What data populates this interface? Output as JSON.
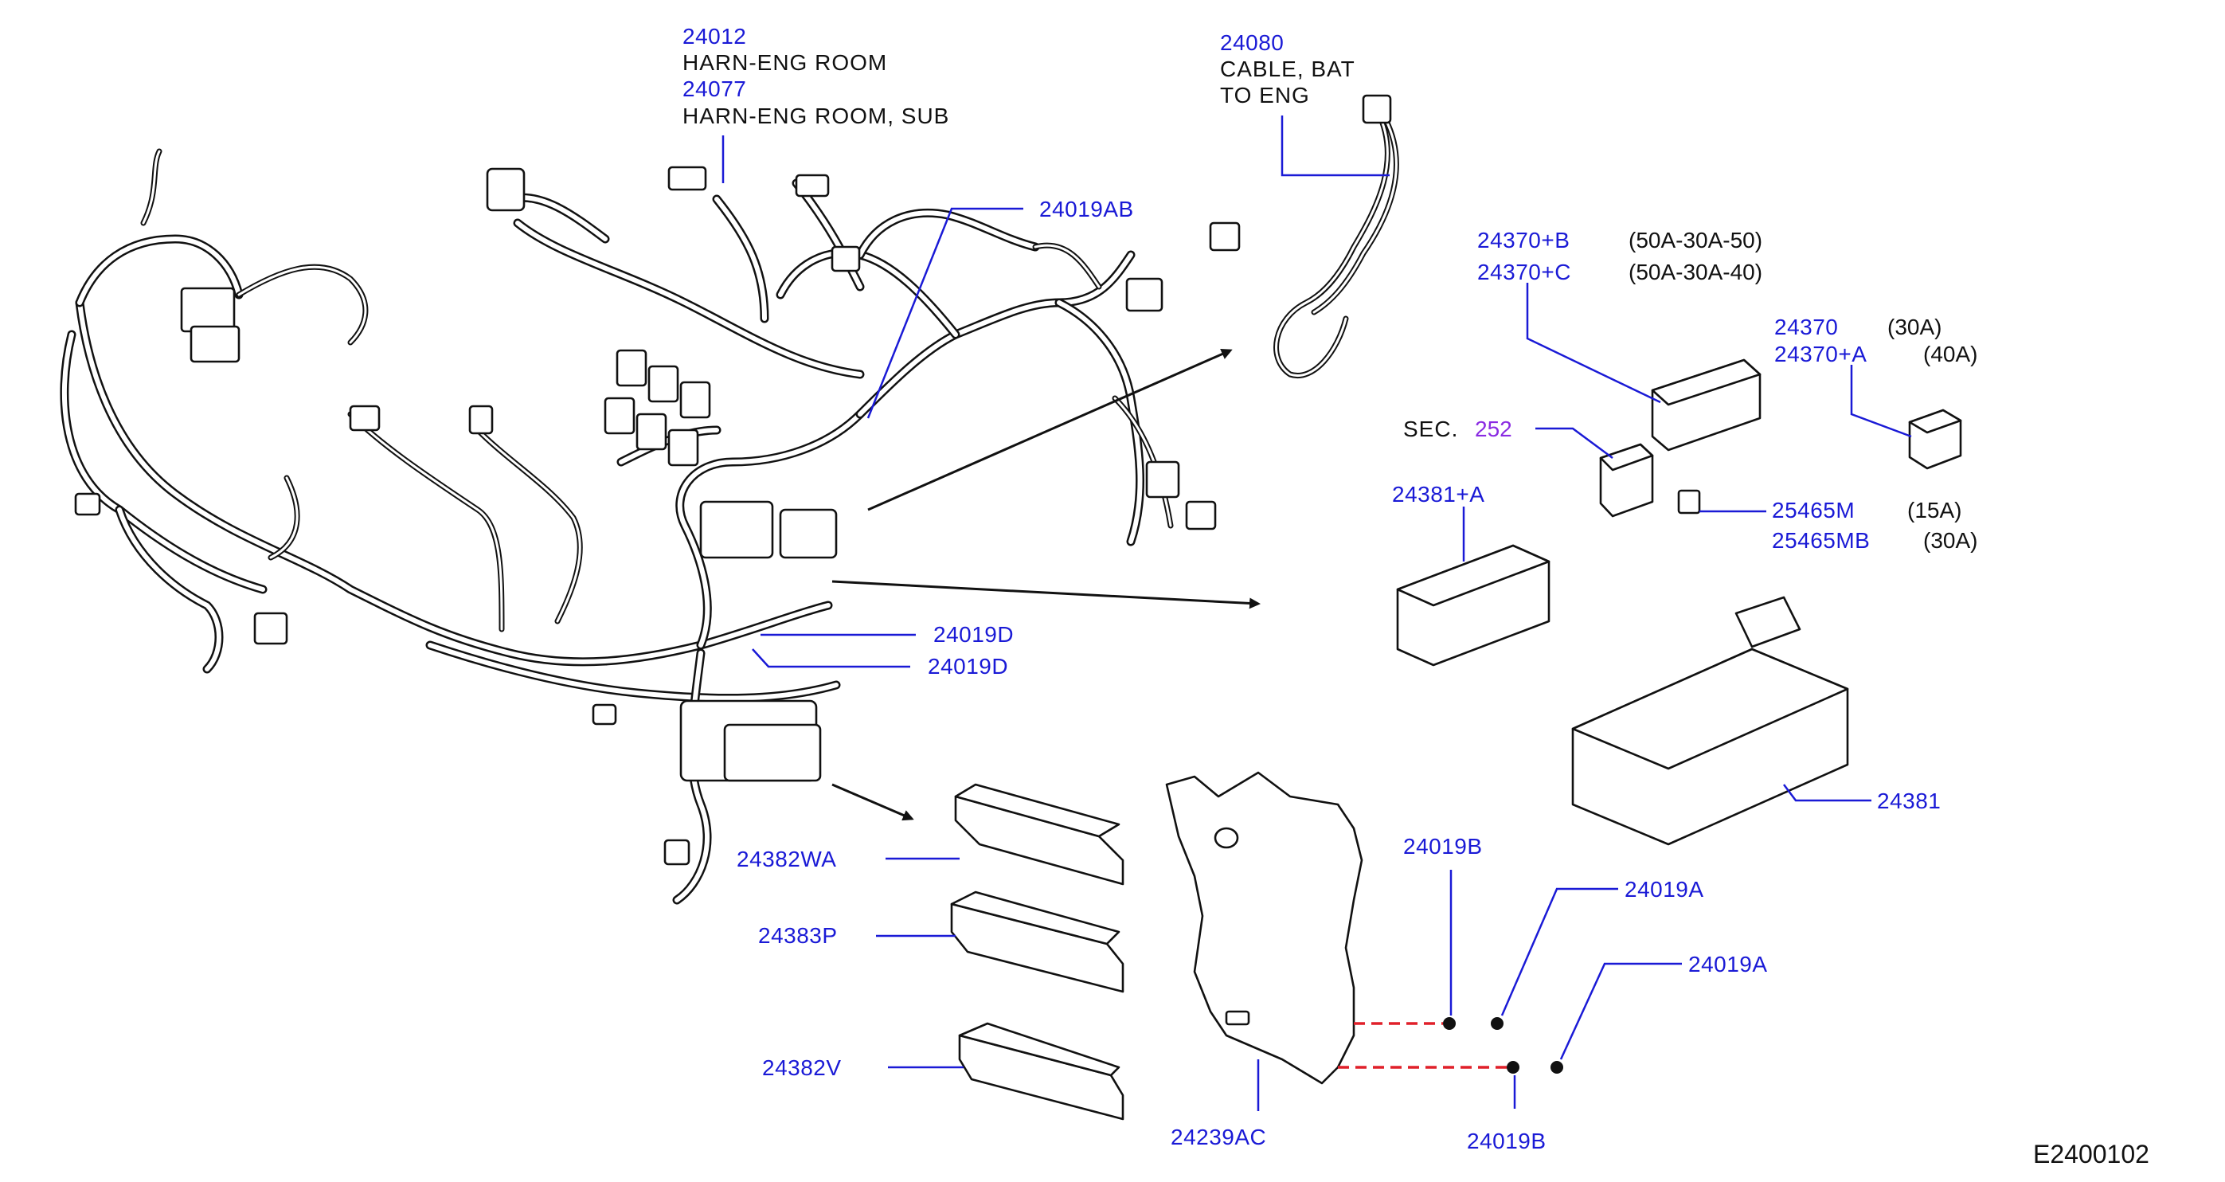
{
  "labels": {
    "harn_eng_room_pn": "24012",
    "harn_eng_room_desc": "HARN-ENG  ROOM",
    "harn_eng_room_sub_pn": "24077",
    "harn_eng_room_sub_desc": "HARN-ENG  ROOM,  SUB",
    "cable_bat_pn": "24080",
    "cable_bat_desc_1": "CABLE,  BAT",
    "cable_bat_desc_2": "TO  ENG",
    "clip_ab_pn": "24019AB",
    "fuse_b_pn": "24370+B",
    "fuse_b_spec": "(50A-30A-50)",
    "fuse_c_pn": "24370+C",
    "fuse_c_spec": "(50A-30A-40)",
    "fuse_30_pn": "24370",
    "fuse_30_spec": "(30A)",
    "fuse_40_pn": "24370+A",
    "fuse_40_spec": "(40A)",
    "sec_prefix": "SEC.",
    "sec_number": "252",
    "relay_box_pn": "24381+A",
    "fuse_15_pn": "25465M",
    "fuse_15_spec": "(15A)",
    "fuse_30b_pn": "25465MB",
    "fuse_30b_spec": "(30A)",
    "clip_d1_pn": "24019D",
    "clip_d2_pn": "24019D",
    "fuse_block_pn": "24381",
    "cover_pn": "24382WA",
    "block_pn": "24383P",
    "base_pn": "24382V",
    "bracket_pn": "24239AC",
    "clip_b1_pn": "24019B",
    "clip_a1_pn": "24019A",
    "clip_a2_pn": "24019A",
    "clip_b2_pn": "24019B"
  },
  "diagram_code": "E2400102",
  "colors": {
    "part_number": "#1a1ad6",
    "section_ref": "#8a2be2",
    "fastener_line": "#e0202a",
    "line_art": "#111111"
  }
}
